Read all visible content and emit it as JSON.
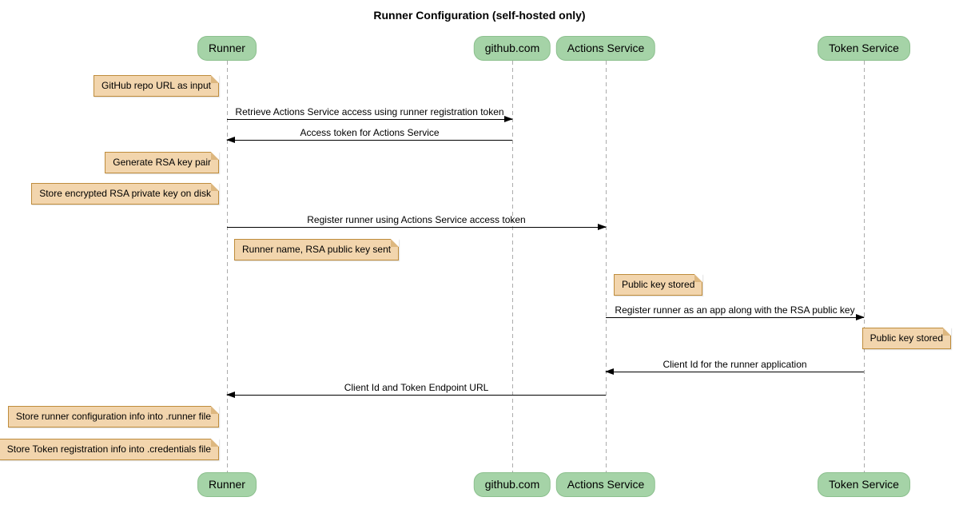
{
  "diagram": {
    "type": "sequence",
    "title": "Runner Configuration (self-hosted only)"
  },
  "colors": {
    "participant_fill": "#A5D3A7",
    "participant_border": "#8CC08E",
    "note_fill": "#F2D5AD",
    "note_border": "#BE8C3C",
    "note_fold": "#DDB77F",
    "lifeline": "#ABABAB",
    "message_line": "#000000",
    "background": "#FFFFFF",
    "text": "#000000"
  },
  "participants": [
    {
      "label": "Runner"
    },
    {
      "label": "github.com"
    },
    {
      "label": "Actions Service"
    },
    {
      "label": "Token Service"
    }
  ],
  "messages": [
    {
      "label": "Retrieve Actions Service access using runner registration token",
      "from": "Runner",
      "to": "github.com",
      "direction": "right"
    },
    {
      "label": "Access token for Actions Service",
      "from": "github.com",
      "to": "Runner",
      "direction": "left"
    },
    {
      "label": "Register runner using Actions Service access token",
      "from": "Runner",
      "to": "Actions Service",
      "direction": "right"
    },
    {
      "label": "Register runner as an app along with the RSA public key",
      "from": "Actions Service",
      "to": "Token Service",
      "direction": "right"
    },
    {
      "label": "Client Id for the runner application",
      "from": "Token Service",
      "to": "Actions Service",
      "direction": "left"
    },
    {
      "label": "Client Id and Token Endpoint URL",
      "from": "Actions Service",
      "to": "Runner",
      "direction": "left"
    }
  ],
  "notes": [
    {
      "label": "GitHub repo URL as input",
      "attached_to": "Runner",
      "side": "left"
    },
    {
      "label": "Generate RSA key pair",
      "attached_to": "Runner",
      "side": "left"
    },
    {
      "label": "Store encrypted RSA private key on disk",
      "attached_to": "Runner",
      "side": "left"
    },
    {
      "label": "Runner name, RSA public key sent",
      "attached_to": "Runner",
      "side": "right"
    },
    {
      "label": "Public key stored",
      "attached_to": "Actions Service",
      "side": "right"
    },
    {
      "label": "Public key stored",
      "attached_to": "Token Service",
      "side": "right"
    },
    {
      "label": "Store runner configuration info into .runner file",
      "attached_to": "Runner",
      "side": "left"
    },
    {
      "label": "Store Token registration info into .credentials file",
      "attached_to": "Runner",
      "side": "left"
    }
  ]
}
